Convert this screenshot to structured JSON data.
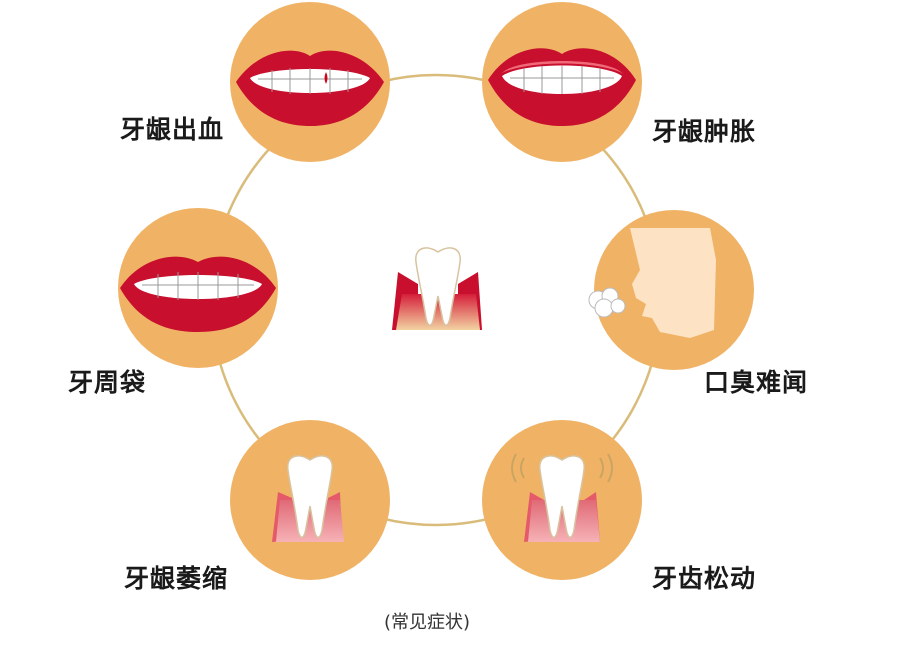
{
  "symptoms": [
    {
      "label": "牙龈出血",
      "icon": "bleeding-gums-mouth-icon"
    },
    {
      "label": "牙龈肿胀",
      "icon": "swollen-gums-mouth-icon"
    },
    {
      "label": "牙周袋",
      "icon": "periodontal-pocket-mouth-icon"
    },
    {
      "label": "口臭难闻",
      "icon": "bad-breath-head-icon"
    },
    {
      "label": "牙龈萎缩",
      "icon": "gum-recession-tooth-icon"
    },
    {
      "label": "牙齿松动",
      "icon": "loose-tooth-icon"
    }
  ],
  "center_icon": "inflamed-tooth-icon",
  "caption": "(常见症状)",
  "colors": {
    "circle_fill": "#f0b366",
    "ring": "#d9bb7a",
    "lips": "#c8102e",
    "gum": "#e45a6a",
    "tooth": "#ffffff"
  }
}
